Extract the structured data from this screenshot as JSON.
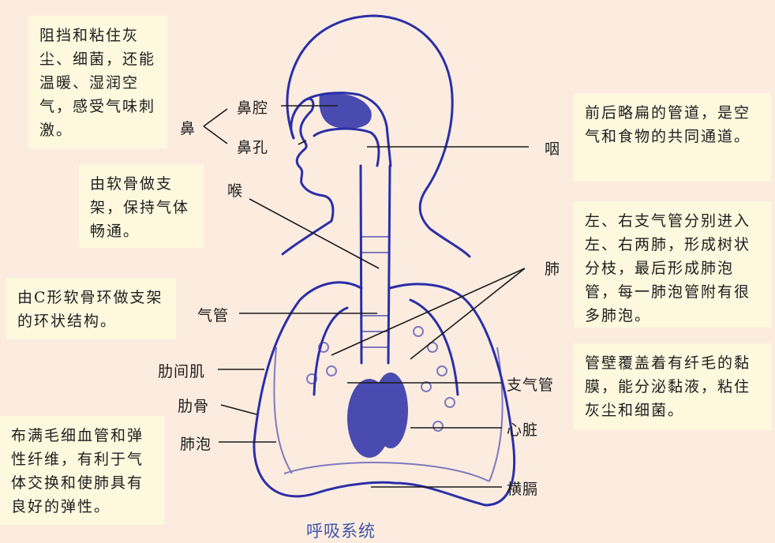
{
  "figure": {
    "caption": "呼吸系统",
    "colors": {
      "background": "#fcece0",
      "note_box": "#fdf8de",
      "ink": "#2a2fa8",
      "leader": "#1a1a1a",
      "caption": "#3e55a8"
    }
  },
  "notes": {
    "nose": "阻挡和粘住灰尘、细菌，还能温暖、湿润空气，感受气味刺激。",
    "pharynx": "前后略扁的管道，是空气和食物的共同通道。",
    "larynx": "由软骨做支架，保持气体畅通。",
    "trachea": "由C形软骨环做支架的环状结构。",
    "bronchi_branching": "左、右支气管分别进入左、右两肺，形成树状分枝，最后形成肺泡管，每一肺泡管附有很多肺泡。",
    "bronchi_mucosa": "管壁覆盖着有纤毛的黏膜，能分泌黏液，粘住灰尘和细菌。",
    "alveoli": "布满毛细血管和弹性纤维，有利于气体交换和使肺具有良好的弹性。"
  },
  "labels": {
    "nose": "鼻",
    "nasal_cavity": "鼻腔",
    "nostril": "鼻孔",
    "pharynx": "咽",
    "larynx": "喉",
    "lung": "肺",
    "trachea": "气管",
    "intercostal_muscle": "肋间肌",
    "bronchus": "支气管",
    "rib": "肋骨",
    "heart": "心脏",
    "alveolus": "肺泡",
    "diaphragm": "横膈"
  }
}
